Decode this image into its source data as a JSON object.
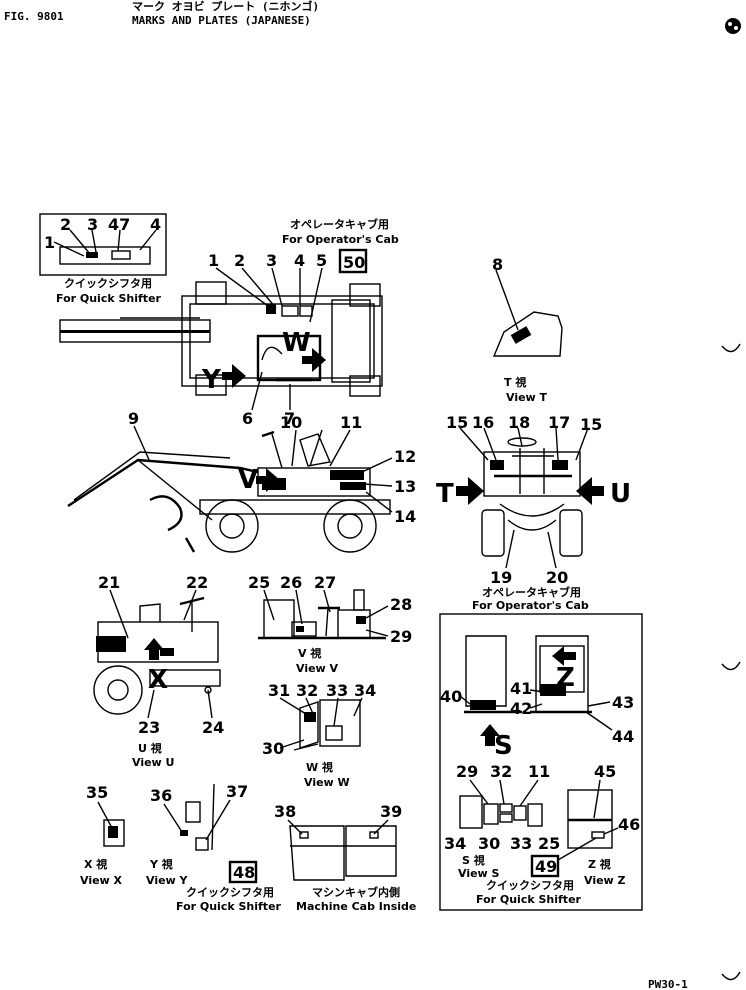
{
  "header": {
    "fig": "FIG. 9801",
    "title_jp": "マーク オヨビ プレート (ニホンゴ)",
    "title": "MARKS AND PLATES (JAPANESE)",
    "page_code": "PW30-1"
  },
  "captions": {
    "quick_shifter_jp": "クイックシフタ用",
    "quick_shifter": "For Quick Shifter",
    "operator_cab_jp": "オペレータキャブ用",
    "operator_cab": "For Operator's Cab",
    "machine_cab_jp": "マシンキャブ内側",
    "machine_cab": "Machine Cab Inside",
    "view_t_jp": "T 視",
    "view_t": "View T",
    "view_u_jp": "U 視",
    "view_u": "View U",
    "view_v_jp": "V 視",
    "view_v": "View V",
    "view_w_jp": "W 視",
    "view_w": "View W",
    "view_x_jp": "X 視",
    "view_x": "View X",
    "view_y_jp": "Y 視",
    "view_y": "View Y",
    "view_s_jp": "S 視",
    "view_s": "View S",
    "view_z_jp": "Z 視",
    "view_z": "View Z"
  },
  "view_letters": {
    "T": "T",
    "U": "U",
    "V": "V",
    "W": "W",
    "X": "X",
    "Y": "Y",
    "S": "S",
    "Z": "Z"
  },
  "callouts": {
    "n1": "1",
    "n2": "2",
    "n3": "3",
    "n4": "4",
    "n5": "5",
    "n6": "6",
    "n7": "7",
    "n8": "8",
    "n9": "9",
    "n10": "10",
    "n11": "11",
    "n12": "12",
    "n13": "13",
    "n14": "14",
    "n15": "15",
    "n16": "16",
    "n17": "17",
    "n18": "18",
    "n19": "19",
    "n20": "20",
    "n21": "21",
    "n22": "22",
    "n23": "23",
    "n24": "24",
    "n25": "25",
    "n26": "26",
    "n27": "27",
    "n28": "28",
    "n29": "29",
    "n30": "30",
    "n31": "31",
    "n32": "32",
    "n33": "33",
    "n34": "34",
    "n35": "35",
    "n36": "36",
    "n37": "37",
    "n38": "38",
    "n39": "39",
    "n40": "40",
    "n41": "41",
    "n42": "42",
    "n43": "43",
    "n44": "44",
    "n45": "45",
    "n46": "46",
    "n47": "47",
    "box48": "48",
    "box49": "49",
    "box50": "50"
  }
}
